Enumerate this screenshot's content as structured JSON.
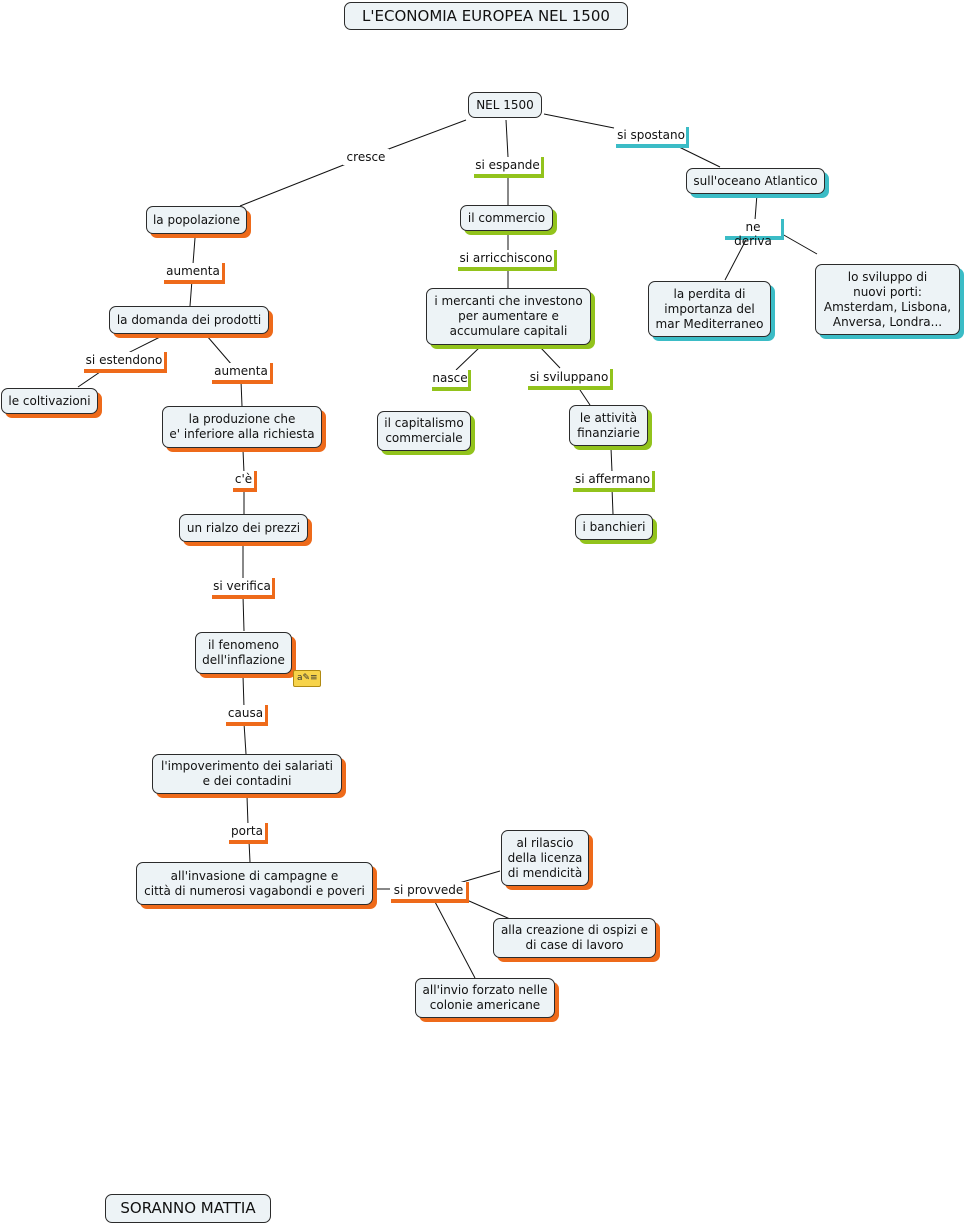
{
  "title": "L'ECONOMIA EUROPEA NEL 1500",
  "author": "SORANNO MATTIA",
  "colors": {
    "orange": "#ee6a1a",
    "green": "#92c31c",
    "teal": "#3bbcc6",
    "node_fill": "#edf3f6"
  },
  "nodes": {
    "root": "NEL 1500",
    "popolazione": "la popolazione",
    "domanda": "la domanda dei prodotti",
    "coltivazioni": "le coltivazioni",
    "produzione": "la produzione che\ne' inferiore alla richiesta",
    "rialzo": "un rialzo dei prezzi",
    "inflazione": "il fenomeno\ndell'inflazione",
    "impoverimento": "l'impoverimento dei salariati\ne dei contadini",
    "invasione": "all'invasione di campagne e\ncittà di numerosi vagabondi e poveri",
    "rilascio": "al rilascio\ndella licenza\ndi mendicità",
    "ospizi": "alla creazione di ospizi e\ndi case di lavoro",
    "colonie": "all'invio forzato nelle\ncolonie americane",
    "commercio": "il commercio",
    "mercanti": "i mercanti che investono\nper aumentare e\naccumulare capitali",
    "capitalismo": "il capitalismo\ncommerciale",
    "finanziarie": "le attività\nfinanziarie",
    "banchieri": "i banchieri",
    "atlantico": "sull'oceano Atlantico",
    "mediterraneo": "la perdita di\nimportanza del\nmar Mediterraneo",
    "porti": "lo sviluppo di\nnuovi porti:\nAmsterdam, Lisbona,\nAnversa, Londra..."
  },
  "links": {
    "cresce": "cresce",
    "aumenta1": "aumenta",
    "estendono": "si estendono",
    "aumenta2": "aumenta",
    "ce": "c'è",
    "verifica": "si verifica",
    "causa": "causa",
    "porta": "porta",
    "provvede": "si provvede",
    "espande": "si espande",
    "arricchiscono": "si arricchiscono",
    "nasce": "nasce",
    "sviluppano": "si sviluppano",
    "affermano": "si affermano",
    "spostano": "si spostano",
    "deriva": "ne deriva"
  },
  "note_icon": "note-icon"
}
